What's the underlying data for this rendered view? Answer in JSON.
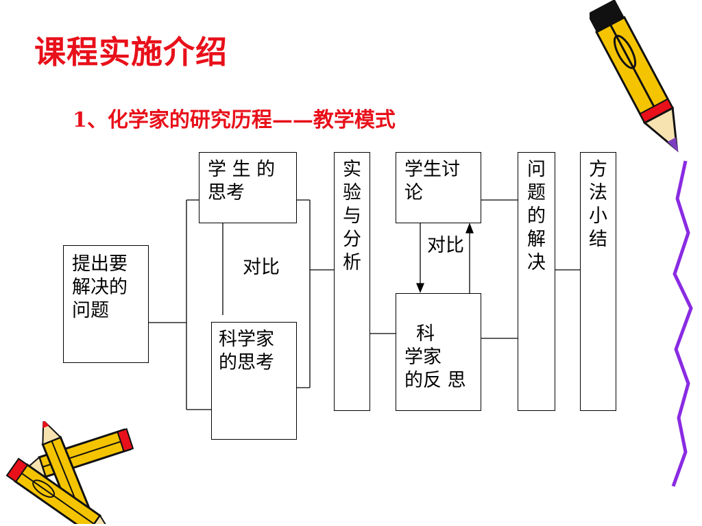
{
  "slide": {
    "title": "课程实施介绍",
    "subtitle": "1、化学家的研究历程——教学模式"
  },
  "diagram": {
    "nodes": {
      "problem": "提出要解决的问题",
      "student_thinking": "学 生 的思考",
      "scientist_thinking": "科学家的思考",
      "experiment": [
        "实",
        "验",
        "与",
        "分",
        "析"
      ],
      "student_discussion": "学生讨论",
      "scientist_reflection": "科　　学家　　的反 思",
      "problem_solving": [
        "问",
        "题",
        "的",
        "解",
        "决"
      ],
      "method_summary": [
        "方",
        "法",
        "小",
        "结"
      ]
    },
    "labels": {
      "compare_left": "对比",
      "compare_right": "对比"
    }
  },
  "decorations": {
    "pencil_color": "#f5c400",
    "accent_red": "#e8101a",
    "eraser_violet": "#7b3fbf",
    "squiggle_violet": "#8a2be2",
    "icons": [
      "pencil-icon",
      "pencil-pair-icon",
      "squiggle-line-icon"
    ]
  }
}
